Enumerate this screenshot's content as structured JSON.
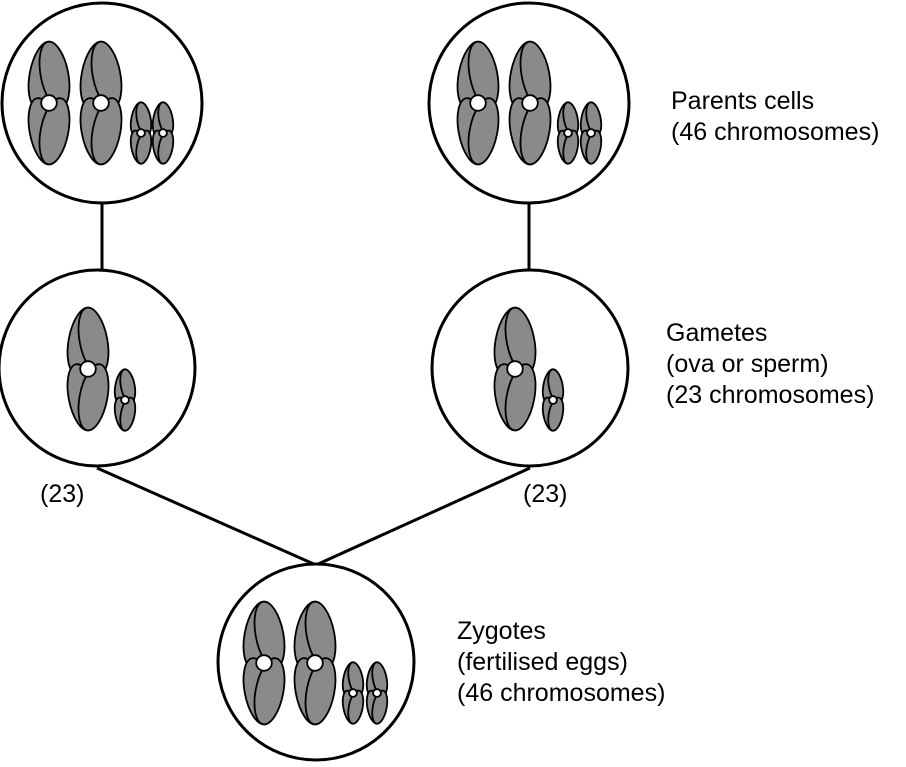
{
  "labels": {
    "parents": [
      "Parents cells",
      "(46 chromosomes)"
    ],
    "gametes": [
      "Gametes",
      "(ova or sperm)",
      "(23 chromosomes)"
    ],
    "zygotes": [
      "Zygotes",
      "(fertilised eggs)",
      "(46 chromosomes)"
    ]
  },
  "gamete_counts": [
    "(23)",
    "(23)"
  ],
  "colors": {
    "chromosome_fill": "#8a8a8a",
    "outline": "#000000",
    "background": "#ffffff"
  }
}
